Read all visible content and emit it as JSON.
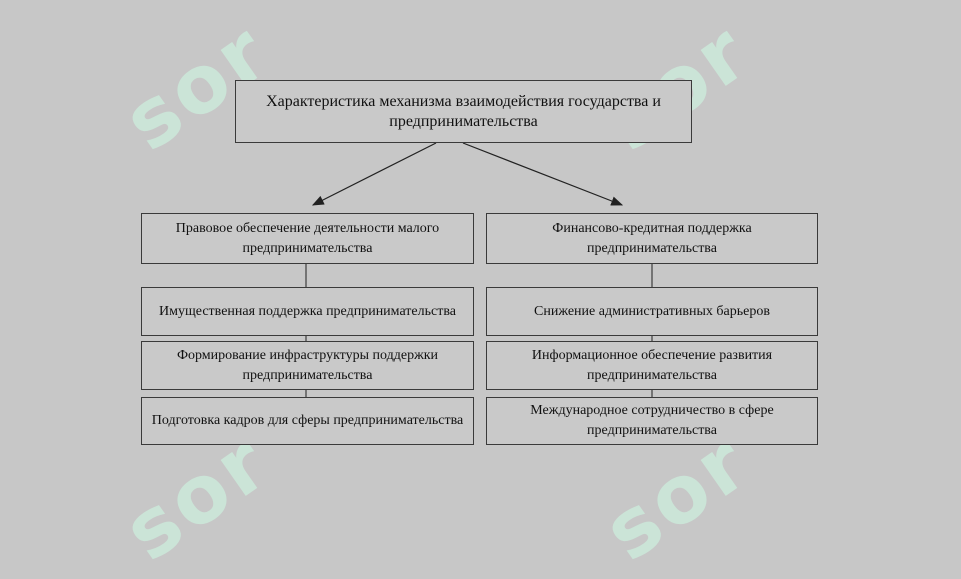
{
  "watermark": {
    "text": "sor"
  },
  "root": "Характеристика механизма взаимодействия государства и предпринимательства",
  "left_column": [
    "Правовое обеспечение деятельности малого предпринимательства",
    "Имущественная поддержка предпринимательства",
    "Формирование инфраструктуры поддержки предпринимательства",
    "Подготовка кадров для сферы предпринимательства"
  ],
  "right_column": [
    "Финансово-кредитная поддержка предпринимательства",
    "Снижение административных барьеров",
    "Информационное обеспечение развития предпринимательства",
    "Международное сотрудничество в сфере предпринимательства"
  ]
}
